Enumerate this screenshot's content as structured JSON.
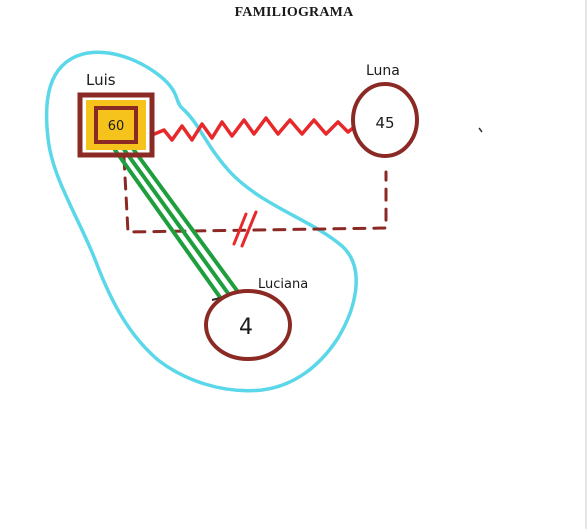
{
  "title": "FAMILIOGRAMA",
  "people": [
    {
      "id": "luis",
      "name": "Luis",
      "age": "60",
      "shape": "square",
      "role": "index"
    },
    {
      "id": "luna",
      "name": "Luna",
      "age": "45",
      "shape": "circle"
    },
    {
      "id": "luciana",
      "name": "Luciana",
      "age": "4",
      "shape": "circle"
    }
  ],
  "relations": [
    {
      "from": "luis",
      "to": "luna",
      "type": "conflictive"
    },
    {
      "from": "luis",
      "to": "luna",
      "type": "separated-union"
    },
    {
      "from": "luis",
      "to": "luciana",
      "type": "close-bond"
    }
  ],
  "colors": {
    "person_outline": "#8b2a25",
    "index_fill": "#f6c21c",
    "index_inner": "#f4a11c",
    "conflict": "#e8292b",
    "bond": "#1f9e3e",
    "household": "#5ad7e8",
    "separation_mark": "#e8292b"
  }
}
